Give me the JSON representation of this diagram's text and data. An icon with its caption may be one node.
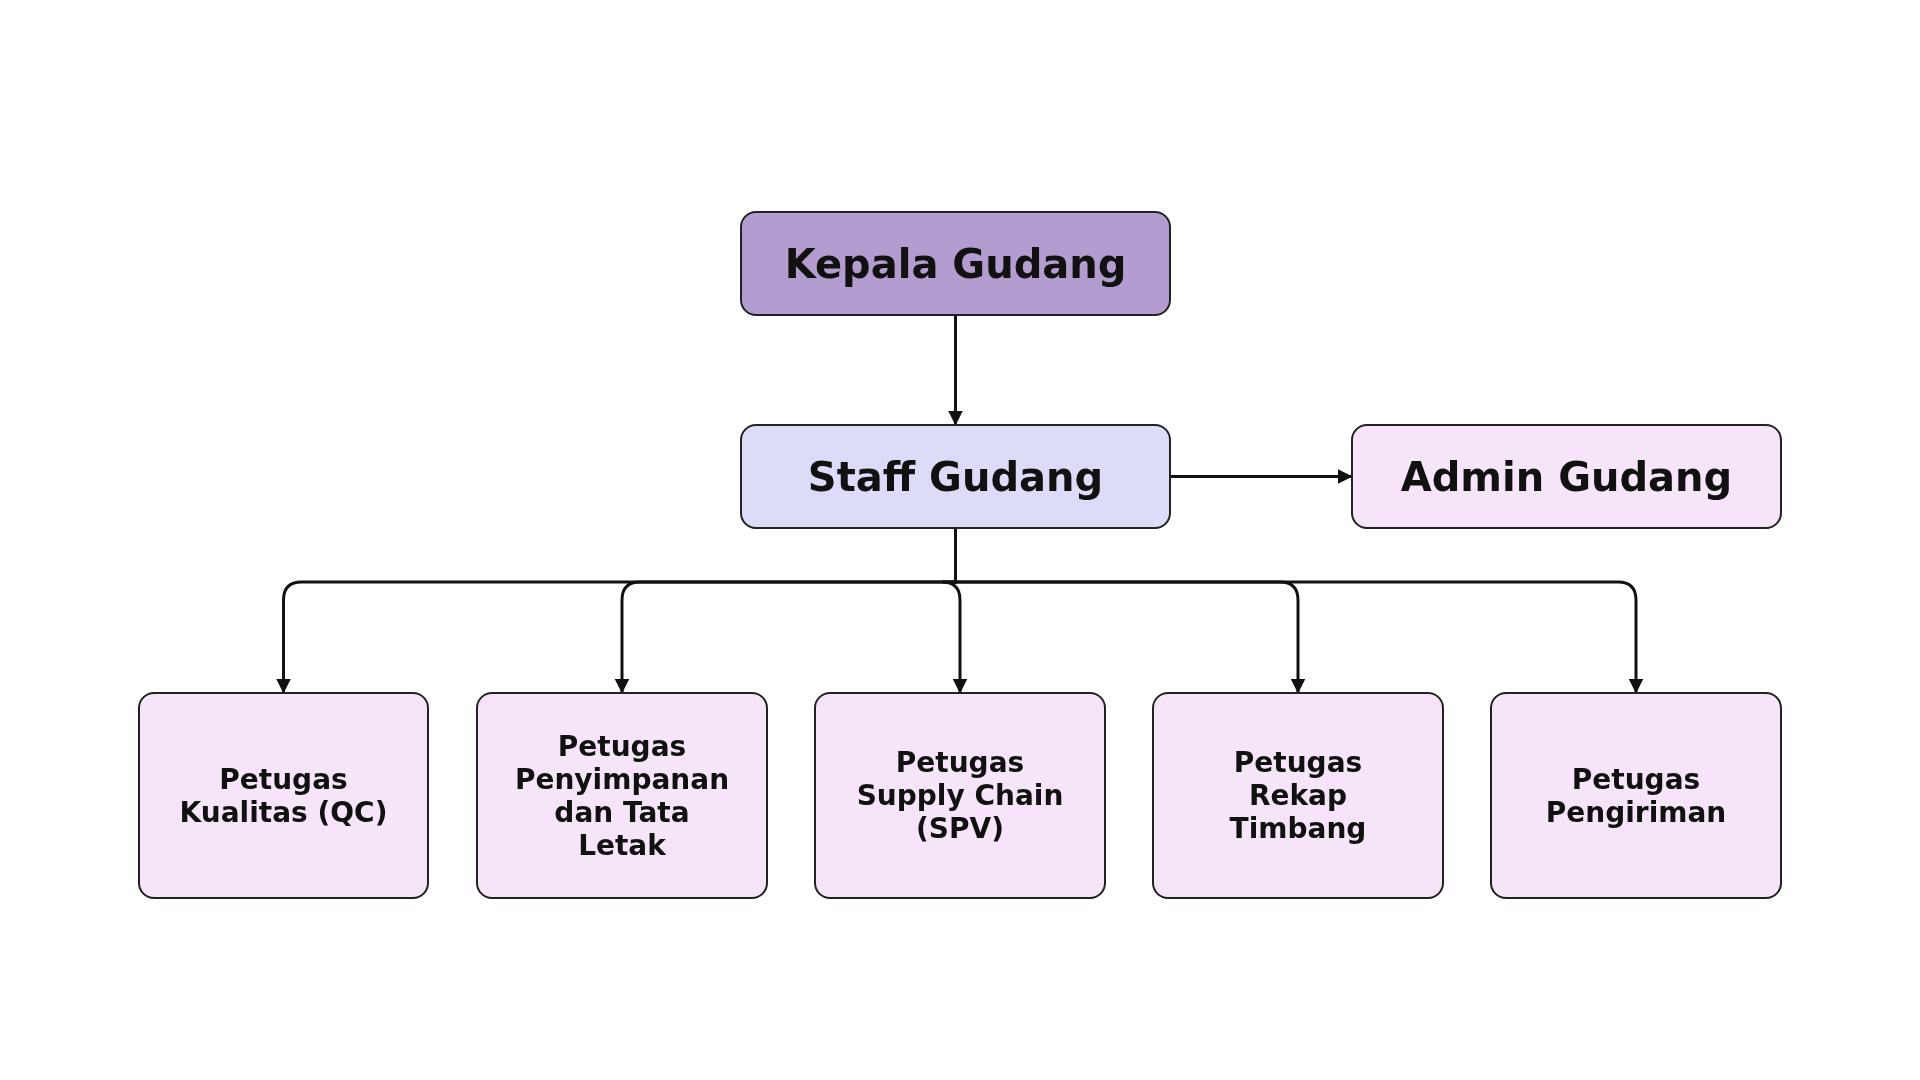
{
  "diagram": {
    "nodes": [
      {
        "text": [
          "Kepala Gudang"
        ]
      },
      {
        "text": [
          "Staff Gudang"
        ]
      },
      {
        "text": [
          "Admin Gudang"
        ]
      },
      {
        "text": [
          "Petugas Kualitas (QC)"
        ]
      },
      {
        "text": [
          "Petugas Penyimpanan dan Tata Letak"
        ]
      },
      {
        "text": [
          "Petugas Supply Chain (SPV)"
        ]
      },
      {
        "text": [
          "Petugas Rekap Timbang"
        ]
      },
      {
        "text": [
          "Petugas Pengiriman"
        ]
      }
    ],
    "edges": [
      {
        "from": 0,
        "to": 1,
        "arrow": "to"
      },
      {
        "from": 1,
        "to": 2,
        "arrow": "to"
      },
      {
        "from": 1,
        "to": 3,
        "arrow": "to"
      },
      {
        "from": 1,
        "to": 4,
        "arrow": "to"
      },
      {
        "from": 1,
        "to": 5,
        "arrow": "to"
      },
      {
        "from": 1,
        "to": 6,
        "arrow": "to"
      },
      {
        "from": 1,
        "to": 7,
        "arrow": "to"
      }
    ]
  }
}
